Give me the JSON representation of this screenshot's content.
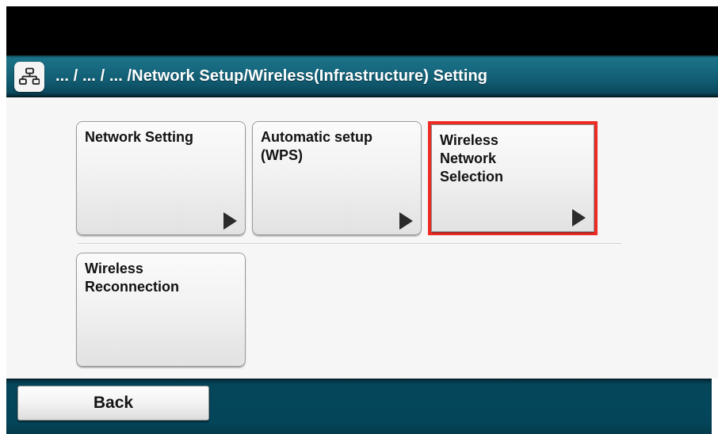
{
  "header": {
    "icon": "network-sitemap-icon",
    "breadcrumb": "... / ... / ... /Network Setup/Wireless(Infrastructure) Setting",
    "bar_color": "#176a80"
  },
  "theme": {
    "accent_selection": "#ee2b24",
    "header_teal": "#176a80",
    "footer_teal": "#04455a",
    "content_bg": "#f6f6f6",
    "band_black": "#000000"
  },
  "main": {
    "rows": [
      {
        "tiles": [
          {
            "label": "Network Setting",
            "arrow": "triangle-right-icon",
            "has_arrow": true,
            "selected": false
          },
          {
            "label": "Automatic setup\n(WPS)",
            "arrow": "triangle-right-icon",
            "has_arrow": true,
            "selected": false
          },
          {
            "label": "Wireless\nNetwork\nSelection",
            "arrow": "triangle-right-icon",
            "has_arrow": true,
            "selected": true
          }
        ]
      },
      {
        "tiles": [
          {
            "label": "Wireless\nReconnection",
            "arrow": "",
            "has_arrow": false,
            "selected": false
          }
        ]
      }
    ]
  },
  "footer": {
    "back_label": "Back"
  }
}
